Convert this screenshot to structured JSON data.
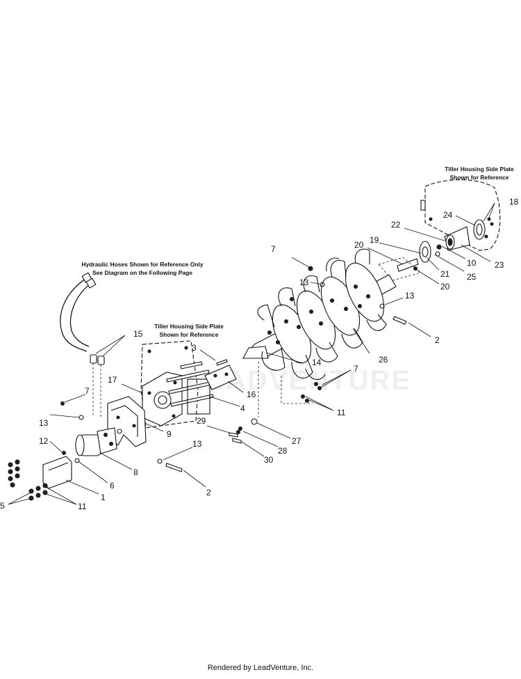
{
  "notes": {
    "hoses_line1": "Hydraulic Hoses Shown for Reference Only",
    "hoses_line2": "See Diagram on the Following Page",
    "housing_left_line1": "Tiller Housing Side Plate",
    "housing_left_line2": "Shown for Reference",
    "housing_right_line1": "Tiller Housing Side Plate",
    "housing_right_line2": "Shown for Reference"
  },
  "watermark": "LEADVENTURE",
  "footer": "Rendered by LeadVenture, Inc.",
  "callouts": {
    "c18": "18",
    "c24": "24",
    "c22": "22",
    "c19": "19",
    "c20a": "20",
    "c10": "10",
    "c23": "23",
    "c21": "21",
    "c25": "25",
    "c20b": "20",
    "c7a": "7",
    "c13a": "13",
    "c13b": "13",
    "c2a": "2",
    "c26": "26",
    "c15": "15",
    "c3": "3",
    "c14": "14",
    "c7b": "7",
    "c17": "17",
    "c16": "16",
    "c4": "4",
    "c11a": "11",
    "c7c": "7",
    "c9": "9",
    "c29": "29",
    "c27": "27",
    "c28": "28",
    "c30": "30",
    "c13c": "13",
    "c12": "12",
    "c13d": "13",
    "c8": "8",
    "c6": "6",
    "c2b": "2",
    "c1": "1",
    "c5": "5",
    "c11b": "11"
  }
}
